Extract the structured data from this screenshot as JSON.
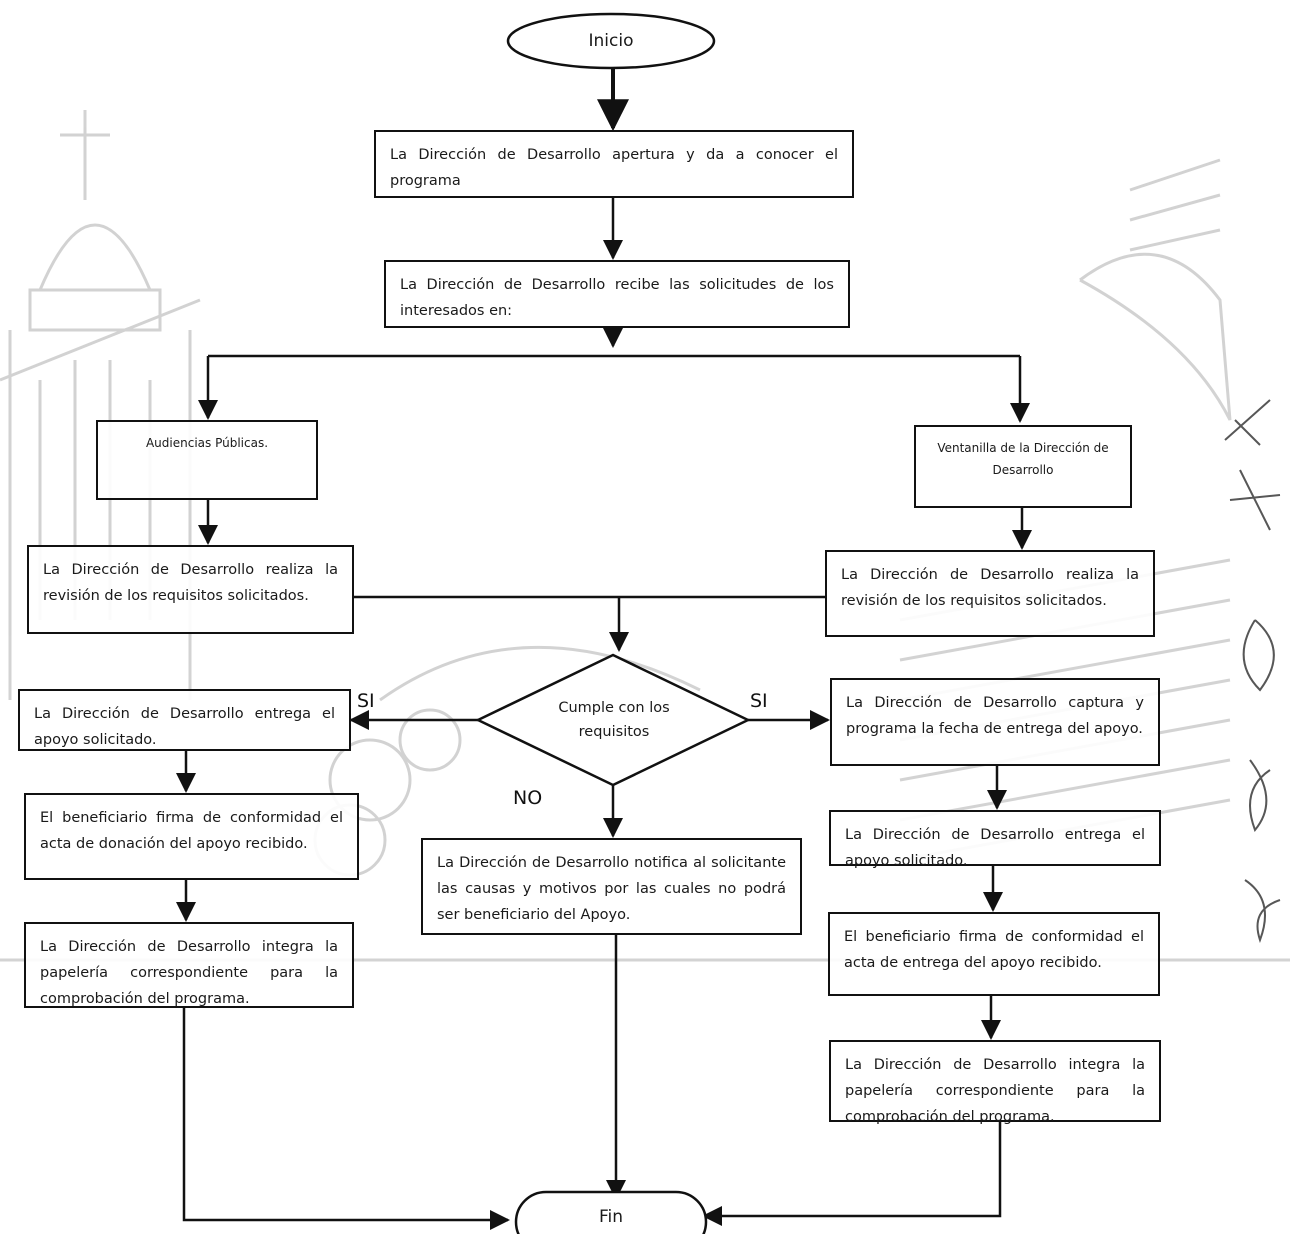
{
  "start_label": "Inicio",
  "end_label": "Fin",
  "steps": {
    "open_program": "La Dirección de Desarrollo apertura y da a conocer el programa",
    "receive_requests": "La Dirección de Desarrollo recibe las solicitudes de los interesados en:",
    "public_hearings": "Audiencias Públicas.",
    "window": "Ventanilla de la Dirección de Desarrollo",
    "review_left": "La Dirección de Desarrollo realiza la revisión de los requisitos solicitados.",
    "review_right": "La Dirección de Desarrollo realiza la revisión de los requisitos solicitados.",
    "decision": "Cumple con los requisitos",
    "deliver_left": "La Dirección de Desarrollo entrega el apoyo solicitado.",
    "sign_left": "El beneficiario firma de conformidad el acta de donación del apoyo recibido.",
    "integrate_left": "La Dirección de Desarrollo integra la papelería correspondiente para la comprobación del programa.",
    "notify": "La Dirección de Desarrollo notifica al solicitante las causas y motivos por las cuales no podrá ser beneficiario del Apoyo.",
    "capture_right": "La Dirección de Desarrollo captura y programa la fecha de entrega del apoyo.",
    "deliver_right": "La Dirección de Desarrollo entrega el apoyo solicitado.",
    "sign_right": "El beneficiario firma de conformidad el acta de entrega del apoyo recibido.",
    "integrate_right": "La Dirección de Desarrollo integra la papelería correspondiente para la comprobación del programa."
  },
  "branch_labels": {
    "yes_left": "SI",
    "yes_right": "SI",
    "no": "NO"
  }
}
